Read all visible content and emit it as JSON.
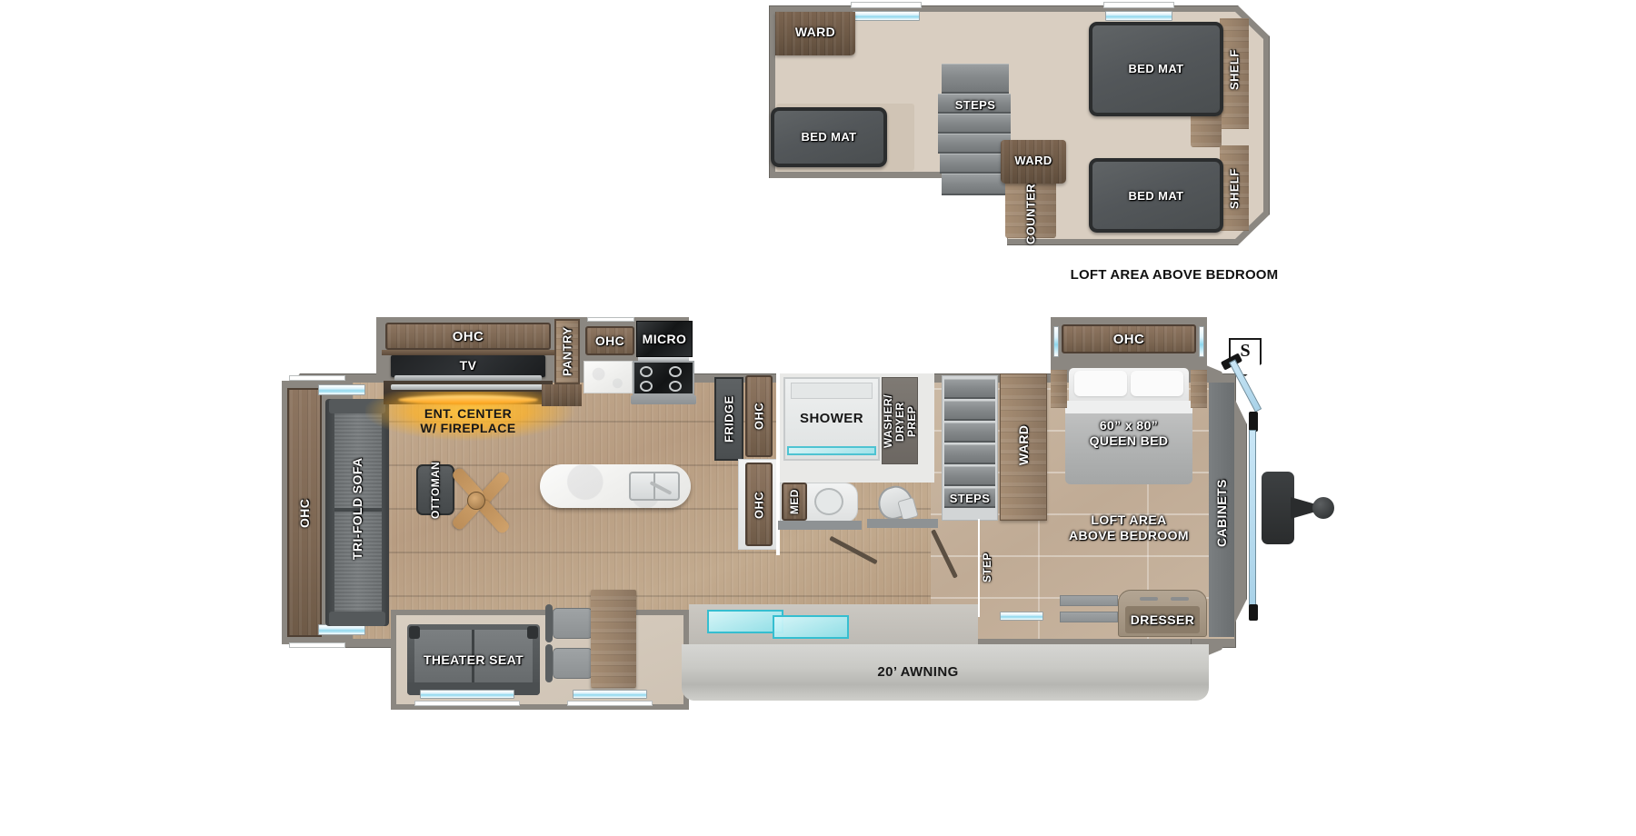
{
  "title": "RV Floorplan",
  "loft": {
    "caption": "LOFT AREA ABOVE BEDROOM",
    "items": {
      "ward_left": "WARD",
      "ward_mid": "WARD",
      "counter": "COUNTER",
      "steps": "STEPS",
      "bed_left": "BED MAT",
      "bed_top_right": "BED MAT",
      "bed_bottom_right": "BED MAT",
      "shelf_top": "SHELF",
      "shelf_bottom": "SHELF"
    }
  },
  "main": {
    "marker_s": "S",
    "labels": {
      "ohc_rear": "OHC",
      "ohc_kitchen_top": "OHC",
      "ohc_small": "OHC",
      "micro": "MICRO",
      "pantry": "PANTRY",
      "tv": "TV",
      "ent_center_line1": "ENT. CENTER",
      "ent_center_line2": "W/ FIREPLACE",
      "tri_fold_sofa": "TRI-FOLD SOFA",
      "ottoman": "OTTOMAN",
      "theater_seat": "THEATER SEAT",
      "fridge": "FRIDGE",
      "ohc_fridge_upper": "OHC",
      "ohc_fridge_lower": "OHC",
      "med": "MED",
      "shower": "SHOWER",
      "washer_dryer": "WASHER/\nDRYER\nPREP",
      "washer_l1": "WASHER/",
      "washer_l2": "DRYER",
      "washer_l3": "PREP",
      "steps": "STEPS",
      "step": "STEP",
      "ward": "WARD",
      "ohc_bedroom": "OHC",
      "queen_bed_l1": "60” x 80”",
      "queen_bed_l2": "QUEEN BED",
      "loft_note_l1": "LOFT AREA",
      "loft_note_l2": "ABOVE BEDROOM",
      "cabinets": "CABINETS",
      "dresser": "DRESSER",
      "awning": "20’ AWNING"
    }
  },
  "colors": {
    "shell": "#8b8781",
    "loft_floor": "#d9cec1",
    "wood_dark": "#6d5946",
    "gray_unit": "#4e5254",
    "accent_glass": "#35bed0",
    "fireplace_glow": "#ffb328"
  }
}
